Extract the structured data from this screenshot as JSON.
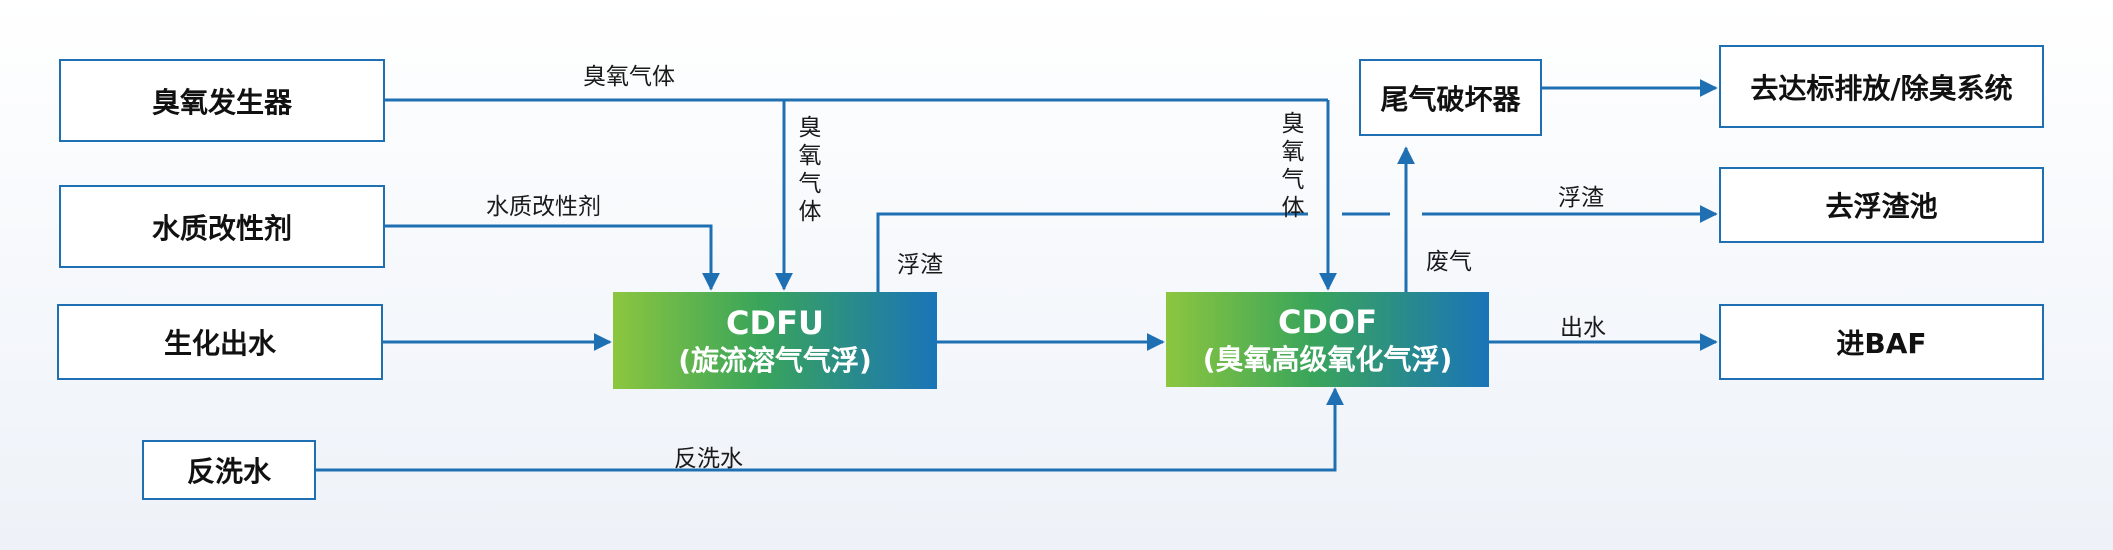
{
  "colors": {
    "line": "#1f6fb3",
    "box_border": "#1f6fb3",
    "gradient_start": "#8cc63f",
    "gradient_end": "#1a74b8"
  },
  "inputs": {
    "ozone_generator": "臭氧发生器",
    "water_modifier": "水质改性剂",
    "bio_effluent": "生化出水",
    "backwash_water": "反洗水"
  },
  "processes": {
    "cdfu": {
      "title": "CDFU",
      "subtitle": "(旋流溶气气浮)"
    },
    "cdof": {
      "title": "CDOF",
      "subtitle": "(臭氧高级氧化气浮)"
    }
  },
  "outputs": {
    "tail_gas_destructor": "尾气破坏器",
    "discharge": "去达标排放/除臭系统",
    "scum_tank": "去浮渣池",
    "to_baf": "进BAF"
  },
  "labels": {
    "ozone_gas_top": "臭氧气体",
    "ozone_gas_v1": "臭氧气体",
    "ozone_gas_v2": "臭氧气体",
    "modifier": "水质改性剂",
    "scum_cdfu": "浮渣",
    "scum_out": "浮渣",
    "waste_gas": "废气",
    "outlet_water": "出水",
    "backwash": "反洗水"
  }
}
